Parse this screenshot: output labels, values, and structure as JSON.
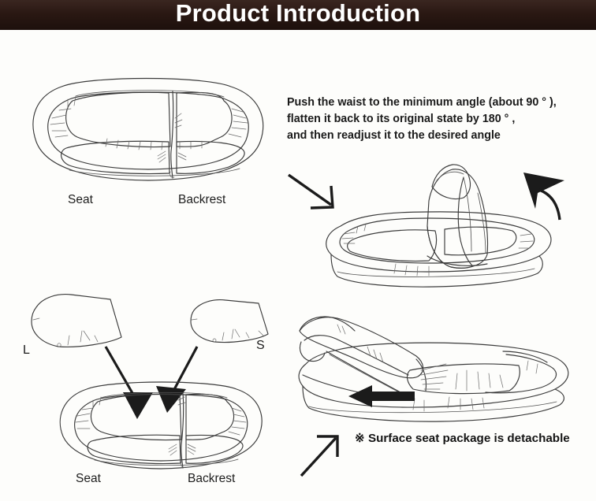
{
  "header": {
    "title": "Product Introduction",
    "background_color": "#2a1813",
    "text_color": "#ffffff"
  },
  "page": {
    "background_color": "#fdfdfb",
    "line_color": "#3b3b3b",
    "arrow_color": "#1b1b1b"
  },
  "panels": {
    "top_left": {
      "name": "assembled-sofa-top-view",
      "labels": {
        "seat": "Seat",
        "backrest": "Backrest"
      }
    },
    "top_right": {
      "name": "angle-adjustment",
      "instructions": "Push the waist to the minimum angle (about 90 ° ),\n flatten it back to its original state by 180 ° ,\nand then readjust it to the desired angle",
      "arrows": [
        {
          "name": "push-down-arrow",
          "direction": "down-right",
          "style": "thin-open-head"
        },
        {
          "name": "rotate-back-arrow",
          "direction": "curved-up-left",
          "style": "curved-solid-head"
        }
      ]
    },
    "bottom_left": {
      "name": "detachable-covers",
      "cover_labels": {
        "large": "L",
        "small": "S"
      },
      "labels": {
        "seat": "Seat",
        "backrest": "Backrest"
      },
      "arrows": [
        {
          "name": "cover-to-seat-arrow",
          "direction": "down"
        },
        {
          "name": "cover-to-backrest-arrow",
          "direction": "down"
        }
      ]
    },
    "bottom_right": {
      "name": "flattened-sofa",
      "note": "※ Surface seat package is detachable",
      "arrows": [
        {
          "name": "flatten-direction-arrow",
          "direction": "left",
          "style": "solid-head"
        },
        {
          "name": "note-pointer-arrow",
          "direction": "up-right",
          "style": "thin-open-head"
        }
      ]
    }
  }
}
